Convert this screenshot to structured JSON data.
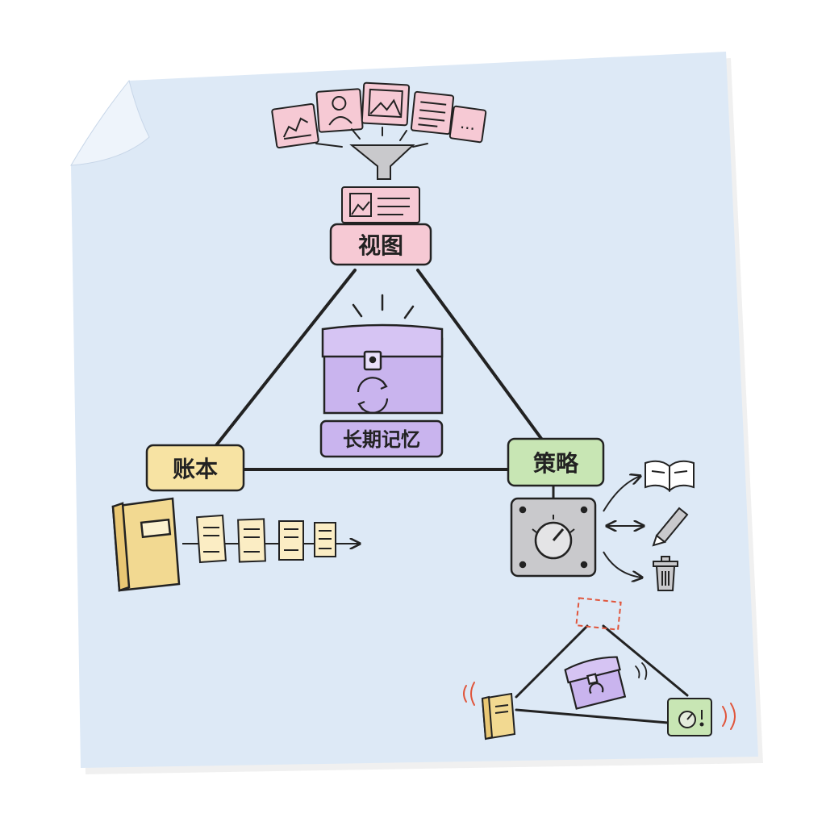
{
  "diagram": {
    "title": "",
    "nodes": {
      "view": {
        "label": "视图",
        "color": "#f6c9d4"
      },
      "memory": {
        "label": "长期记忆",
        "color": "#c9b4ee"
      },
      "ledger": {
        "label": "账本",
        "color": "#f7e3a3"
      },
      "policy": {
        "label": "策略",
        "color": "#c8e6b4"
      }
    },
    "source_cards": [
      {
        "icon": "line-chart-icon"
      },
      {
        "icon": "person-icon"
      },
      {
        "icon": "image-icon"
      },
      {
        "icon": "document-lines-icon"
      },
      {
        "icon": "ellipsis-icon",
        "text": "..."
      }
    ],
    "policy_actions": [
      {
        "icon": "book-icon"
      },
      {
        "icon": "pencil-icon"
      },
      {
        "icon": "trash-icon"
      }
    ],
    "colors": {
      "paper": "#dde9f6",
      "ink": "#222222",
      "pink": "#f6c9d4",
      "purple": "#c9b4ee",
      "yellow": "#f7e3a3",
      "green": "#c8e6b4",
      "gray": "#c9c9cc",
      "red_accent": "#e0553b"
    }
  }
}
